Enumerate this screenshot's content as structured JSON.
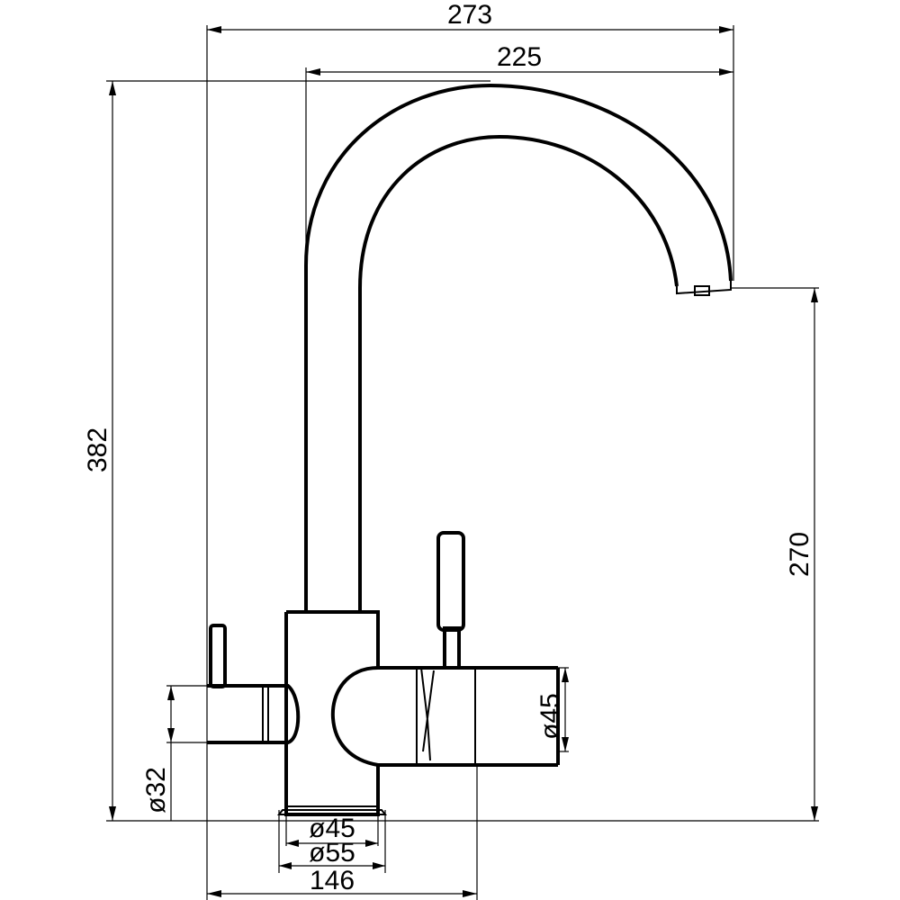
{
  "dimensions": {
    "total_width": "273",
    "spout_reach": "225",
    "total_height": "382",
    "spout_height": "270",
    "side_lever_diameter": "ø45",
    "rear_lever_diameter": "ø32",
    "base_inner_diameter": "ø45",
    "base_outer_diameter": "ø55",
    "base_width": "146"
  }
}
